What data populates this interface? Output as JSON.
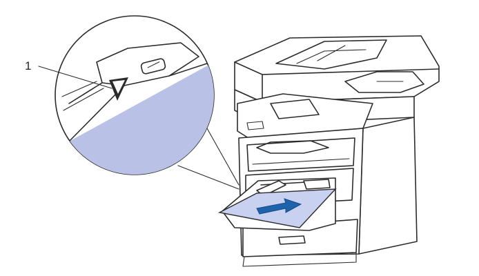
{
  "figure": {
    "callout_number": "1"
  },
  "colors": {
    "zoom_fill": "#b9c2e6",
    "paper_fill": "#c9d1f0",
    "arrow_fill": "#1f63ad",
    "line": "#2b2b2b",
    "background": "#ffffff"
  },
  "icons": {
    "arrow": "insert-direction-arrow",
    "marker": "paper-width-triangle-mark"
  }
}
